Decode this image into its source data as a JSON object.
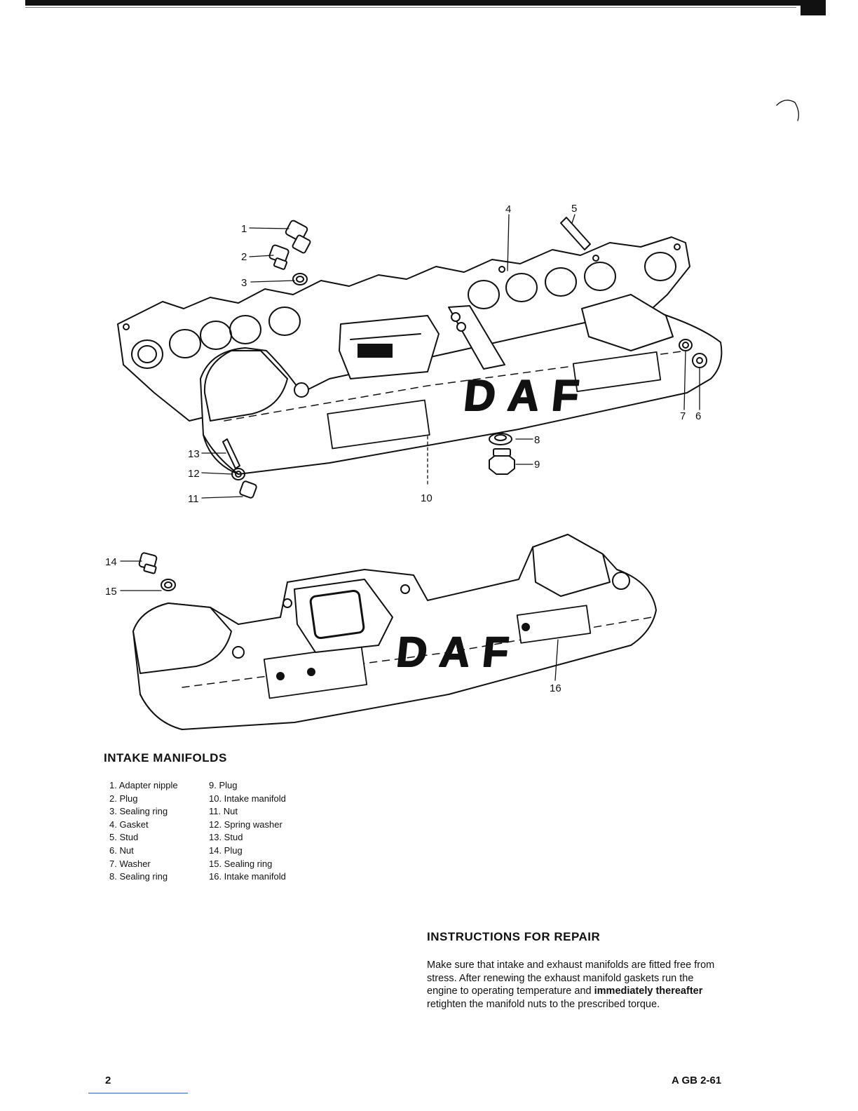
{
  "diagram": {
    "brand_text": "DAF",
    "callouts_top": [
      "1",
      "2",
      "3",
      "4",
      "5",
      "6",
      "7",
      "8",
      "9",
      "10",
      "11",
      "12",
      "13"
    ],
    "callouts_bottom": [
      "14",
      "15",
      "16"
    ]
  },
  "intake_title": "INTAKE MANIFOLDS",
  "parts_left": [
    "1. Adapter nipple",
    "2. Plug",
    "3. Sealing ring",
    "4. Gasket",
    "5. Stud",
    "6. Nut",
    "7. Washer",
    "8. Sealing ring"
  ],
  "parts_right": [
    "9. Plug",
    "10. Intake manifold",
    "11. Nut",
    "12. Spring washer",
    "13. Stud",
    "14. Plug",
    "15. Sealing ring",
    "16. Intake manifold"
  ],
  "repair": {
    "title": "INSTRUCTIONS FOR REPAIR",
    "text_before": "Make sure that intake and exhaust manifolds are fitted free from stress. After renewing the exhaust manifold gaskets run the engine to operating temperature and ",
    "text_bold": "immediately thereafter",
    "text_after": " retighten the manifold nuts to the prescribed torque."
  },
  "footer": {
    "page_number": "2",
    "page_code": "A GB 2-61"
  }
}
